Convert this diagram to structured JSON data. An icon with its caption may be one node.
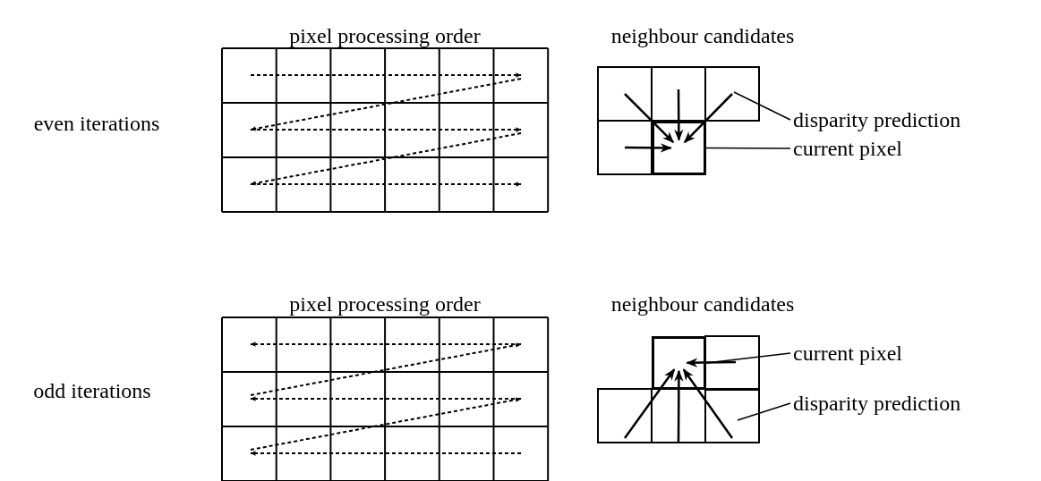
{
  "diagram": {
    "nodes": [
      {
        "text": [],
        "shape": "box"
      },
      {
        "text": [
          "disparity prediction"
        ]
      },
      {
        "text": [
          "current pixel"
        ]
      },
      {
        "text": [],
        "shape": "box"
      },
      {
        "text": [
          "current pixel"
        ]
      },
      {
        "text": [
          "disparity prediction"
        ]
      }
    ],
    "edges": [
      {
        "from": null,
        "to": 0,
        "arrow": "to"
      },
      {
        "from": null,
        "to": 0,
        "arrow": "to"
      },
      {
        "from": null,
        "to": 0,
        "arrow": "to"
      },
      {
        "from": null,
        "to": 0,
        "arrow": "to"
      },
      {
        "from": 1,
        "to": 0,
        "arrow": "none"
      },
      {
        "from": 2,
        "to": 0,
        "arrow": "none"
      },
      {
        "from": null,
        "to": 3,
        "arrow": "to"
      },
      {
        "from": null,
        "to": 3,
        "arrow": "to"
      },
      {
        "from": null,
        "to": 3,
        "arrow": "to"
      },
      {
        "from": null,
        "to": 3,
        "arrow": "to"
      },
      {
        "from": 4,
        "to": 3,
        "arrow": "none"
      },
      {
        "from": 5,
        "to": 3,
        "arrow": "none"
      }
    ],
    "labels": [
      "pixel processing order",
      "neighbour candidates",
      "even iterations",
      "pixel processing order",
      "neighbour candidates",
      "odd iterations"
    ]
  }
}
